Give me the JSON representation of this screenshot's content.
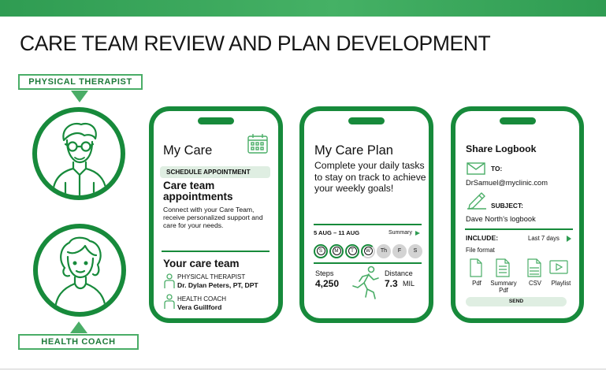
{
  "header": {
    "title": "CARE TEAM REVIEW AND PLAN DEVELOPMENT"
  },
  "roles": {
    "physical_therapist": "PHYSICAL THERAPIST",
    "health_coach": "HEALTH COACH"
  },
  "colors": {
    "brand_green": "#178a3b",
    "accent_green": "#4aad67",
    "light_green": "#dfeee2",
    "gray": "#d3d3d3"
  },
  "my_care": {
    "title": "My Care",
    "schedule_button": "SCHEDULE APPOINTMENT",
    "heading": "Care team appointments",
    "body": "Connect with your Care Team, receive personalized support and care for your needs.",
    "team_heading": "Your care team",
    "members": [
      {
        "role": "PHYSICAL THERAPIST",
        "name": "Dr. Dylan Peters, PT, DPT"
      },
      {
        "role": "HEALTH COACH",
        "name": "Vera  Guillford"
      }
    ]
  },
  "care_plan": {
    "title": "My Care Plan",
    "body": "Complete your daily tasks to stay on track to achieve your weekly goals!",
    "date_range": "5 AUG – 11 AUG",
    "summary_link": "Summary",
    "days": [
      {
        "label": "S",
        "done": true
      },
      {
        "label": "M",
        "done": true
      },
      {
        "label": "T",
        "done": true
      },
      {
        "label": "W",
        "done": true
      },
      {
        "label": "Th",
        "done": false
      },
      {
        "label": "F",
        "done": false
      },
      {
        "label": "S",
        "done": false
      }
    ],
    "steps_label": "Steps",
    "steps_value": "4,250",
    "distance_label": "Distance",
    "distance_value": "7.3",
    "distance_unit": "MIL"
  },
  "share_logbook": {
    "title": "Share Logbook",
    "to_label": "TO:",
    "to_value": "DrSamuel@myclinic.com",
    "subject_label": "SUBJECT:",
    "subject_value": "Dave North’s  logbook",
    "include_label": "INCLUDE:",
    "range_select": "Last 7 days",
    "file_format_label": "File format",
    "formats": [
      "Pdf",
      "Summary Pdf",
      "CSV",
      "Playlist"
    ],
    "send_button": "SEND"
  }
}
